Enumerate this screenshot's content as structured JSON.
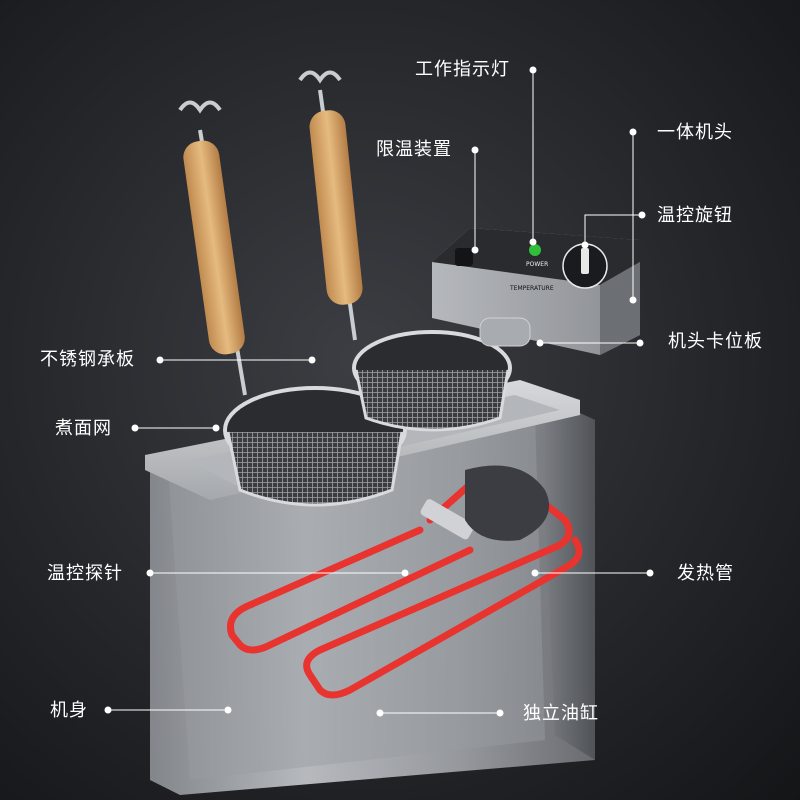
{
  "labels": {
    "indicator_light": "工作指示灯",
    "integrated_head": "一体机头",
    "temp_limiter": "限温装置",
    "temp_knob": "温控旋钮",
    "head_clip_plate": "机头卡位板",
    "steel_support_plate": "不锈钢承板",
    "noodle_basket": "煮面网",
    "temp_probe": "温控探针",
    "heating_tube": "发热管",
    "body": "机身",
    "oil_tank": "独立油缸"
  },
  "device_text": {
    "power": "POWER",
    "temperature": "TEMPERATURE"
  },
  "colors": {
    "background": "#26272b",
    "steel": "#b9bcc0",
    "heating_tube": "#e8332f",
    "indicator_light": "#2fbf3a",
    "handle_wood": "#d9a96a",
    "label_text": "#ffffff",
    "leader_line": "#ffffff"
  }
}
